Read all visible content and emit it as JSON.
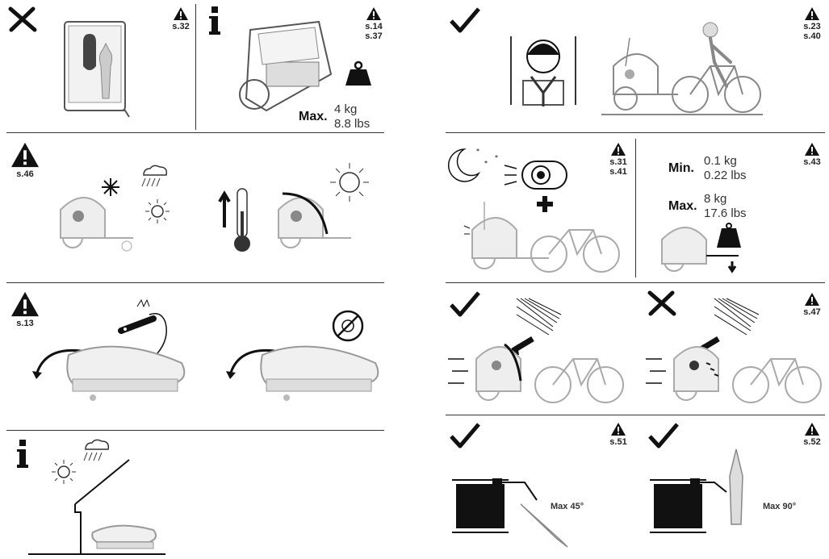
{
  "panels": {
    "p1": {
      "ref": "s.32"
    },
    "p2": {
      "ref1": "s.14",
      "ref2": "s.37",
      "max_label": "Max.",
      "max_kg": "4 kg",
      "max_lbs": "8.8 lbs"
    },
    "p3": {
      "ref1": "s.23",
      "ref2": "s.40"
    },
    "p4": {
      "ref": "s.46"
    },
    "p5": {
      "ref1": "s.31",
      "ref2": "s.41"
    },
    "p6": {
      "ref": "s.43",
      "min_label": "Min.",
      "min_kg": "0.1 kg",
      "min_lbs": "0.22 lbs",
      "max_label": "Max.",
      "max_kg": "8 kg",
      "max_lbs": "17.6 lbs"
    },
    "p7": {
      "ref": "s.13"
    },
    "p8": {
      "ref": "s.47"
    },
    "p9": {
      "ref": "s.51",
      "angle_label": "Max 45°"
    },
    "p10": {
      "ref": "s.52",
      "angle_label": "Max 90°"
    }
  },
  "colors": {
    "line": "#333333",
    "drawing": "#888888",
    "light": "#bbbbbb"
  }
}
